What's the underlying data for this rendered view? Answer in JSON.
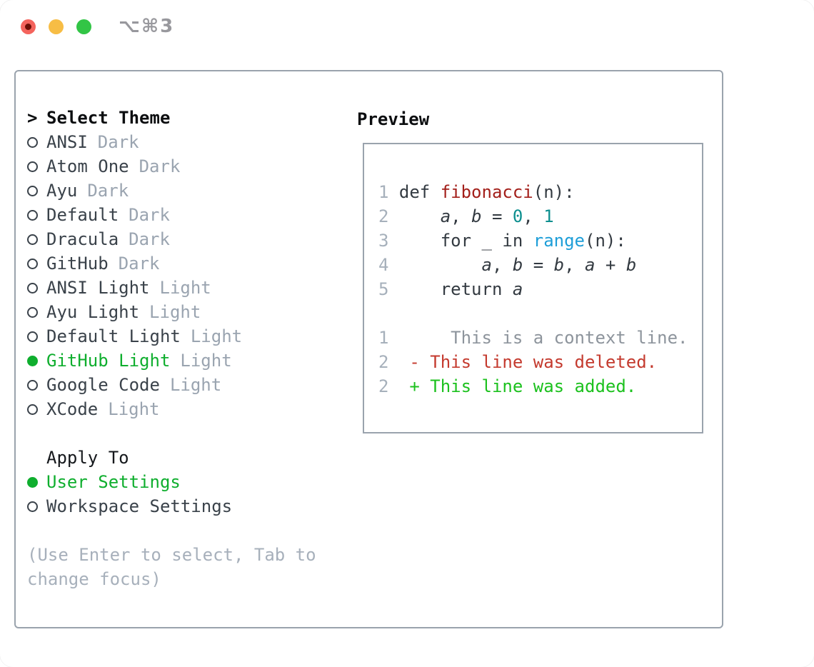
{
  "window": {
    "title": "⌥⌘3",
    "traffic_lights": [
      "close",
      "minimize",
      "zoom"
    ]
  },
  "theme_panel": {
    "header": {
      "marker": ">",
      "label": "Select Theme"
    },
    "items": [
      {
        "name": "ANSI",
        "tag": "Dark",
        "selected": false
      },
      {
        "name": "Atom One",
        "tag": "Dark",
        "selected": false
      },
      {
        "name": "Ayu",
        "tag": "Dark",
        "selected": false
      },
      {
        "name": "Default",
        "tag": "Dark",
        "selected": false
      },
      {
        "name": "Dracula",
        "tag": "Dark",
        "selected": false
      },
      {
        "name": "GitHub",
        "tag": "Dark",
        "selected": false
      },
      {
        "name": "ANSI Light",
        "tag": "Light",
        "selected": false
      },
      {
        "name": "Ayu Light",
        "tag": "Light",
        "selected": false
      },
      {
        "name": "Default Light",
        "tag": "Light",
        "selected": false
      },
      {
        "name": "GitHub Light",
        "tag": "Light",
        "selected": true
      },
      {
        "name": "Google Code",
        "tag": "Light",
        "selected": false
      },
      {
        "name": "XCode",
        "tag": "Light",
        "selected": false
      }
    ]
  },
  "apply_to": {
    "header": "Apply To",
    "options": [
      {
        "label": "User Settings",
        "selected": true
      },
      {
        "label": "Workspace Settings",
        "selected": false
      }
    ]
  },
  "hint": {
    "line1": "(Use Enter to select, Tab to",
    "line2": "change focus)"
  },
  "preview": {
    "header": "Preview",
    "code_lines": [
      {
        "num": "1",
        "segments": [
          {
            "t": "def ",
            "c": "plain"
          },
          {
            "t": "fibonacci",
            "c": "func"
          },
          {
            "t": "(n):",
            "c": "plain"
          }
        ]
      },
      {
        "num": "2",
        "segments": [
          {
            "t": "    ",
            "c": "plain"
          },
          {
            "t": "a",
            "c": "var"
          },
          {
            "t": ", ",
            "c": "plain"
          },
          {
            "t": "b",
            "c": "var"
          },
          {
            "t": " = ",
            "c": "plain"
          },
          {
            "t": "0",
            "c": "num"
          },
          {
            "t": ", ",
            "c": "plain"
          },
          {
            "t": "1",
            "c": "num"
          }
        ]
      },
      {
        "num": "3",
        "segments": [
          {
            "t": "    for _ in ",
            "c": "plain"
          },
          {
            "t": "range",
            "c": "builtin"
          },
          {
            "t": "(n):",
            "c": "plain"
          }
        ]
      },
      {
        "num": "4",
        "segments": [
          {
            "t": "        ",
            "c": "plain"
          },
          {
            "t": "a",
            "c": "var"
          },
          {
            "t": ", ",
            "c": "plain"
          },
          {
            "t": "b",
            "c": "var"
          },
          {
            "t": " = ",
            "c": "plain"
          },
          {
            "t": "b",
            "c": "var"
          },
          {
            "t": ", ",
            "c": "plain"
          },
          {
            "t": "a",
            "c": "var"
          },
          {
            "t": " + ",
            "c": "plain"
          },
          {
            "t": "b",
            "c": "var"
          }
        ]
      },
      {
        "num": "5",
        "segments": [
          {
            "t": "    return ",
            "c": "plain"
          },
          {
            "t": "a",
            "c": "var"
          }
        ]
      }
    ],
    "diff_lines": [
      {
        "num": "1",
        "content": "      This is a context line.",
        "kind": "context"
      },
      {
        "num": "2",
        "content": "  - This line was deleted.",
        "kind": "deleted"
      },
      {
        "num": "2",
        "content": "  + This line was added.",
        "kind": "added"
      }
    ]
  },
  "colors": {
    "green_selected": "#0fae2e",
    "diff_added": "#1cc11e",
    "diff_deleted": "#c43a2e",
    "func_red": "#a31f1a",
    "number_teal": "#0d8f8f",
    "builtin_blue": "#1e9ed8",
    "code_plain": "#333a41",
    "line_number": "#a6b0bb",
    "context_gray": "#8d949c",
    "tag_gray": "#9aa4b0",
    "hint_gray": "#a7b0bb",
    "panel_border": "#9aa3ad"
  }
}
